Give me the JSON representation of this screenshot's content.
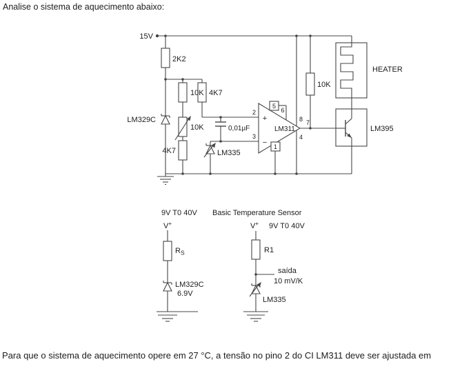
{
  "page": {
    "intro": "Analise o sistema de aquecimento abaixo:",
    "question": "Para que o sistema de aquecimento opere em 27 °C, a tensão no pino 2 do CI LM311 deve ser ajustada em"
  },
  "main_circuit": {
    "supply": "15V",
    "r1": "2K2",
    "r2": "10K",
    "r3": "4K7",
    "pot": "10K",
    "r4": "4K7",
    "ref_zener": "LM329C",
    "cap": "0,01µF",
    "sensor": "LM335",
    "ic": "LM311",
    "plus": "+",
    "minus": "−",
    "pullup": "10K",
    "heater": "HEATER",
    "transistor": "LM395",
    "pins": {
      "p1": "1",
      "p2": "2",
      "p3": "3",
      "p4": "4",
      "p5": "5",
      "p6": "6",
      "p7": "7",
      "p8": "8"
    }
  },
  "ref_circuit": {
    "range": "9V T0 40V",
    "v": "V",
    "v_sup": "+",
    "r_prefix": "R",
    "r_sub": "S",
    "zener": "LM329C",
    "voltage": "6.9V"
  },
  "sensor_circuit": {
    "title": "Basic Temperature Sensor",
    "v": "V",
    "v_sup": "+",
    "range": "9V T0 40V",
    "resistor": "R1",
    "out_label": "saída",
    "out_value": "10 mV/K",
    "sensor": "LM335"
  }
}
